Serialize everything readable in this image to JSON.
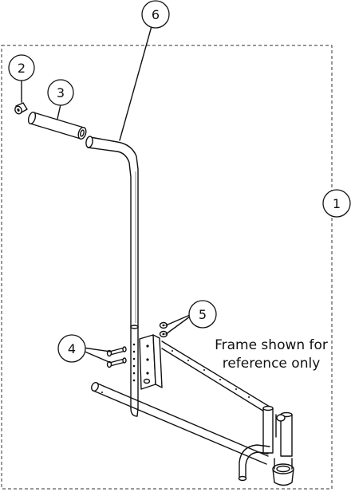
{
  "callouts": [
    {
      "id": "callout-1",
      "label": "1"
    },
    {
      "id": "callout-2",
      "label": "2"
    },
    {
      "id": "callout-3",
      "label": "3"
    },
    {
      "id": "callout-4",
      "label": "4"
    },
    {
      "id": "callout-5",
      "label": "5"
    },
    {
      "id": "callout-6",
      "label": "6"
    }
  ],
  "note": {
    "line1": "Frame shown for",
    "line2": "reference only"
  }
}
